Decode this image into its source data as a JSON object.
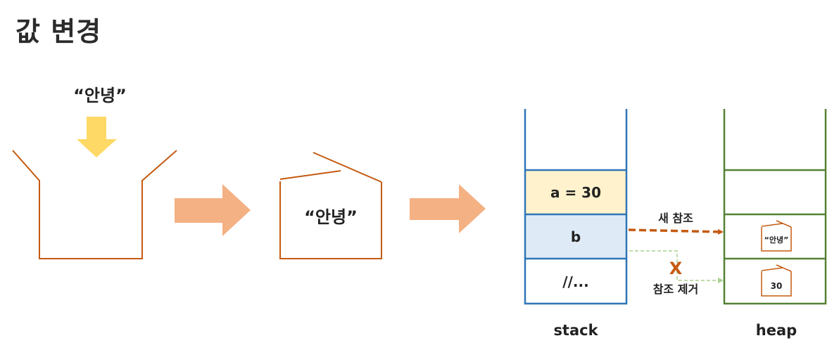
{
  "title": "값 변경",
  "steps": {
    "incoming_value": "“안녕”",
    "boxed_value": "“안녕”"
  },
  "stack": {
    "label": "stack",
    "cells": [
      "a = 30",
      "b",
      "//..."
    ]
  },
  "heap": {
    "label": "heap",
    "new_value": "“안녕”",
    "old_value": "30"
  },
  "arrows": {
    "new_ref_label": "새 참조",
    "removed_ref_label": "참조 제거",
    "removed_mark": "X"
  },
  "colors": {
    "box_line": "#c55a11",
    "stack_line": "#2e75b6",
    "heap_line": "#538135",
    "cell_a": "#fff2cc",
    "cell_b": "#deebf7",
    "big_arrow": "#f4b183",
    "down_arrow": "#ffd966",
    "new_ref_arrow": "#c55a11",
    "removed_ref_line": "#a9d18e"
  }
}
